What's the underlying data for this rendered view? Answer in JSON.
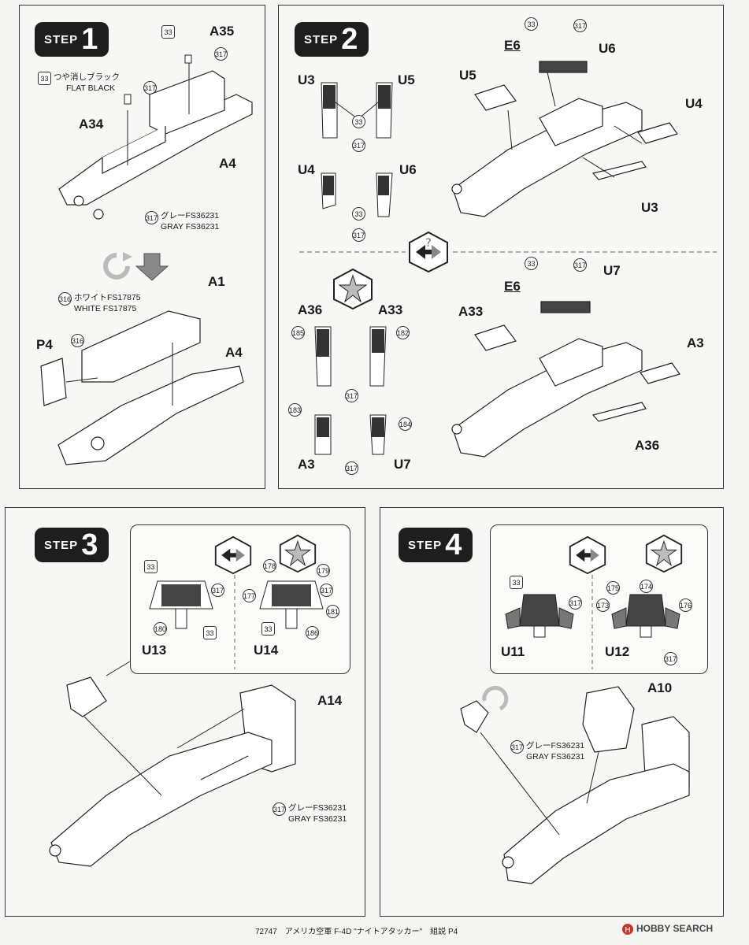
{
  "step_word": "STEP",
  "steps": {
    "s1": "1",
    "s2": "2",
    "s3": "3",
    "s4": "4"
  },
  "step1": {
    "parts": {
      "a35": "A35",
      "a34": "A34",
      "a4_top": "A4",
      "a1": "A1",
      "a4_bottom": "A4",
      "p4": "P4"
    },
    "codes": {
      "c33a": "33",
      "c317a": "317",
      "c33b": "33",
      "c317b": "317",
      "c317c": "317",
      "c316a": "316",
      "c316b": "316"
    },
    "notes": {
      "flat_black_jp": "つや消しブラック",
      "flat_black_en": "FLAT BLACK",
      "gray_jp": "グレーFS36231",
      "gray_en": "GRAY FS36231",
      "white_jp": "ホワイトFS17875",
      "white_en": "WHITE FS17875"
    }
  },
  "step2": {
    "parts": {
      "u3": "U3",
      "u5": "U5",
      "u4": "U4",
      "u6": "U6",
      "e6": "E6",
      "u6r": "U6",
      "u5r": "U5",
      "u4r": "U4",
      "u3r": "U3",
      "a36": "A36",
      "a33": "A33",
      "a3": "A3",
      "u7": "U7",
      "e6b": "E6",
      "u7r": "U7",
      "a33r": "A33",
      "a3r": "A3",
      "a36r": "A36"
    },
    "codes": {
      "c33": "33",
      "c317": "317",
      "c185": "185",
      "c182": "182",
      "c183": "183",
      "c184": "184"
    }
  },
  "step3": {
    "parts": {
      "u13": "U13",
      "u14": "U14",
      "a14": "A14"
    },
    "codes": {
      "c33": "33",
      "c317": "317",
      "c180": "180",
      "c178": "178",
      "c179": "179",
      "c177": "177",
      "c181": "181",
      "c186": "186"
    },
    "notes": {
      "gray_jp": "グレーFS36231",
      "gray_en": "GRAY FS36231"
    }
  },
  "step4": {
    "parts": {
      "u11": "U11",
      "u12": "U12",
      "a10": "A10"
    },
    "codes": {
      "c33": "33",
      "c317": "317",
      "c175": "175",
      "c174": "174",
      "c173": "173",
      "c176": "176"
    },
    "notes": {
      "gray_jp": "グレーFS36231",
      "gray_en": "GRAY FS36231"
    }
  },
  "footer": {
    "text": "72747　アメリカ空軍 F-4D \"ナイトアタッカー\"　組説 P4",
    "brand": "HOBBY SEARCH"
  }
}
